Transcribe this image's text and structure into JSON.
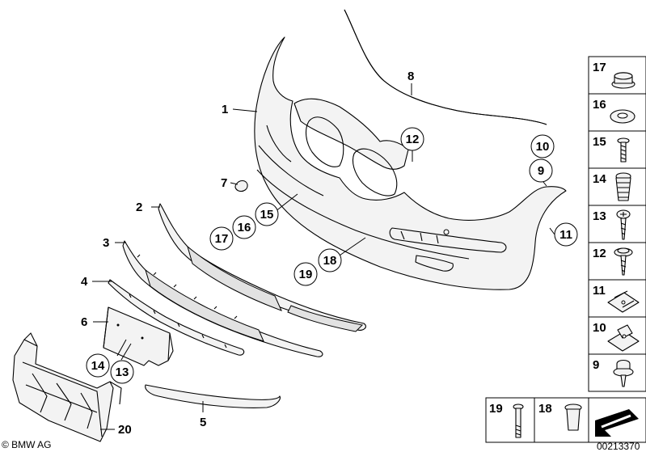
{
  "callouts": {
    "c1": "1",
    "c2": "2",
    "c3": "3",
    "c4": "4",
    "c5": "5",
    "c6": "6",
    "c7": "7",
    "c8": "8",
    "c9": "9",
    "c10": "10",
    "c11": "11",
    "c12": "12",
    "c13": "13",
    "c14": "14",
    "c15": "15",
    "c16": "16",
    "c17": "17",
    "c18": "18",
    "c19": "19",
    "c20": "20"
  },
  "side_panel": [
    {
      "label": "17",
      "part": "cap"
    },
    {
      "label": "16",
      "part": "washer"
    },
    {
      "label": "15",
      "part": "screw"
    },
    {
      "label": "14",
      "part": "expanding-nut"
    },
    {
      "label": "13",
      "part": "tapping-screw"
    },
    {
      "label": "12",
      "part": "sheet-screw"
    },
    {
      "label": "11",
      "part": "clip-nut"
    },
    {
      "label": "10",
      "part": "clip-nut"
    },
    {
      "label": "9",
      "part": "collar-screw"
    }
  ],
  "bottom_panel": [
    {
      "label": "19",
      "part": "bolt"
    },
    {
      "label": "18",
      "part": "rivet"
    }
  ],
  "footer": {
    "copyright": "© BMW AG",
    "diagram_number": "00213370"
  }
}
